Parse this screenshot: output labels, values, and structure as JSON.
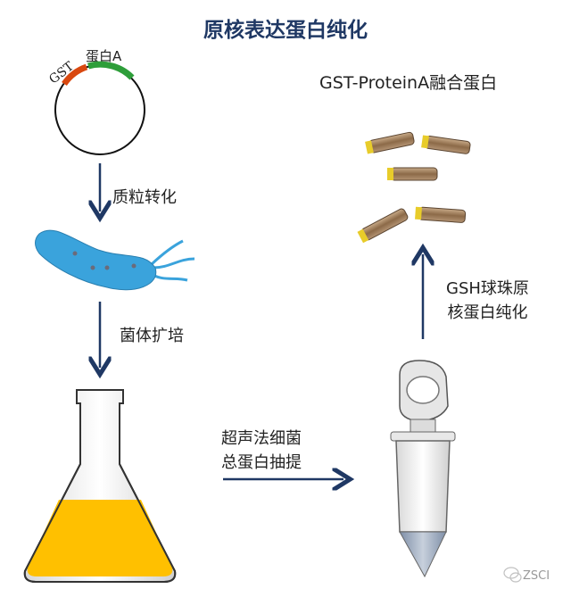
{
  "title": "原核表达蛋白纯化",
  "plasmid": {
    "gst_label": "GST",
    "proteina_label": "蛋白A"
  },
  "steps": {
    "transform": "质粒转化",
    "culture": "菌体扩培",
    "extract_line1": "超声法细菌",
    "extract_line2": "总蛋白抽提",
    "purify_line1": "GSH球珠原",
    "purify_line2": "核蛋白纯化"
  },
  "product_label": "GST-ProteinA融合蛋白",
  "watermark": "ZSCI",
  "colors": {
    "title": "#1f3864",
    "arrow": "#1f3864",
    "gst_segment": "#d9480f",
    "proteina_segment": "#2e9e3a",
    "bacterium": "#3aa3dc",
    "culture_liquid": "#ffc000",
    "protein_body": "#a08060",
    "gst_tag": "#e8cc2a"
  }
}
